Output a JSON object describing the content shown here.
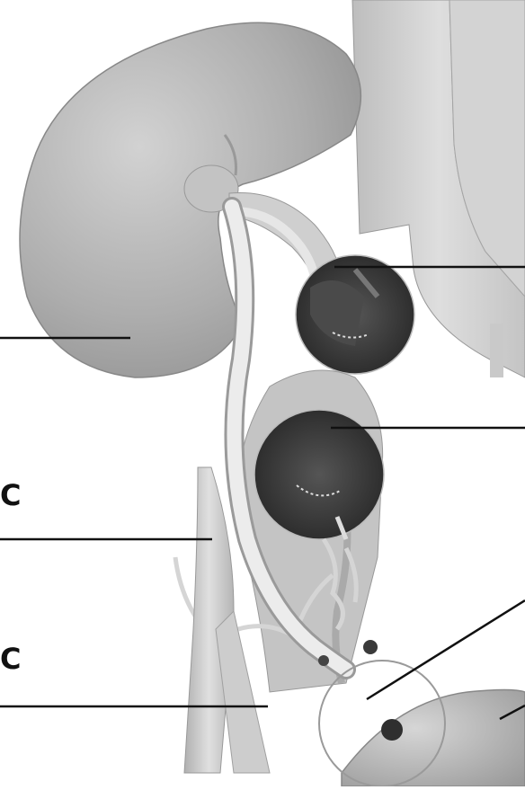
{
  "figure": {
    "subject": "kidney-transplant-anatomy",
    "label_fragments": [
      "C",
      "C"
    ]
  },
  "colors": {
    "kidney": "#aeaeae",
    "vessel": "#c8c8c8",
    "dark_anastomosis": "#3c3c3c",
    "leader_line": "#111111"
  }
}
